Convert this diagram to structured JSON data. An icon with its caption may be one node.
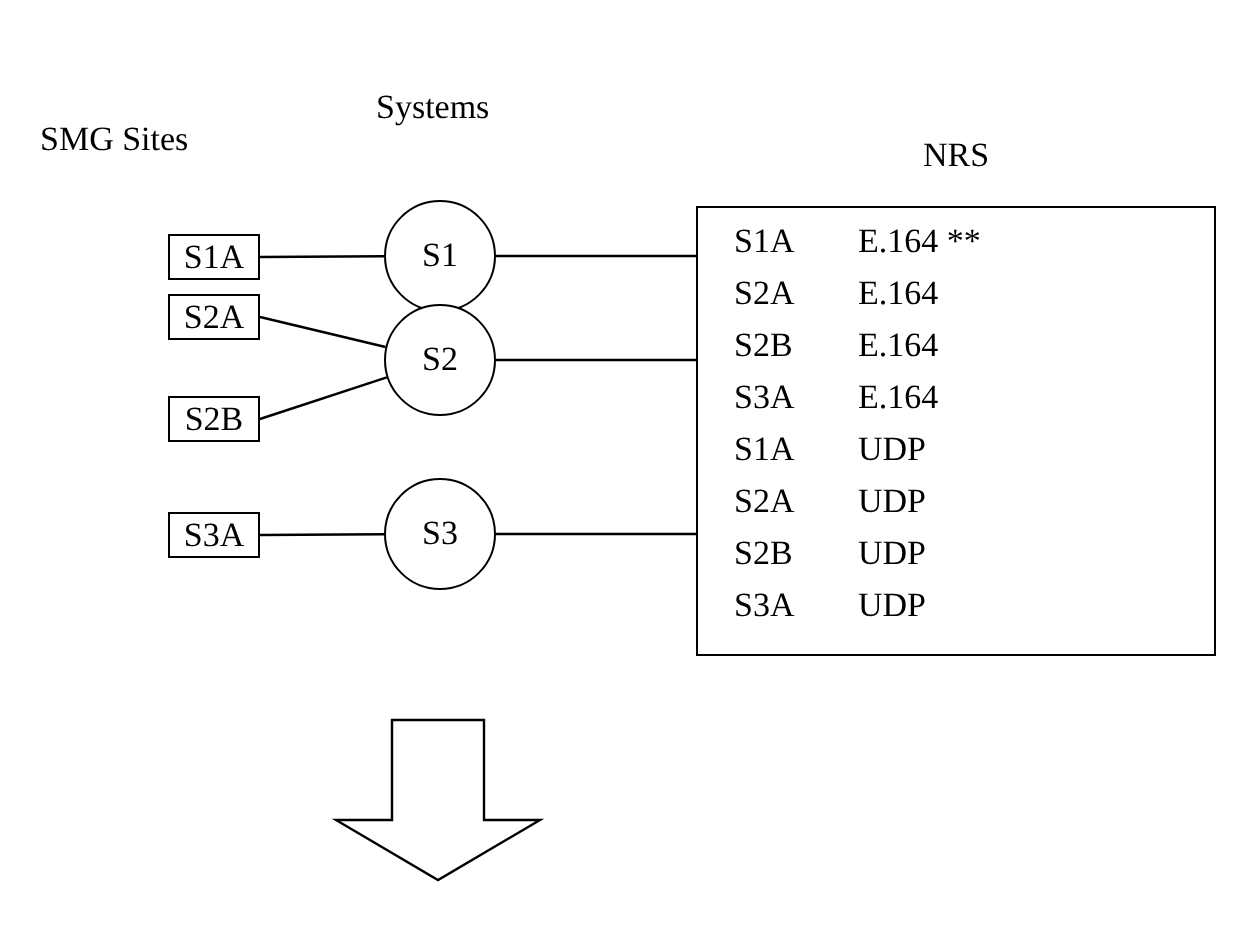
{
  "diagram": {
    "nodes": [
      {
        "text": [
          "S1A"
        ]
      },
      {
        "text": [
          "S2A"
        ]
      },
      {
        "text": [
          "S2B"
        ]
      },
      {
        "text": [
          "S3A"
        ]
      },
      {
        "text": [
          "S1"
        ]
      },
      {
        "text": [
          "S2"
        ]
      },
      {
        "text": [
          "S3"
        ]
      },
      {
        "text": [
          "NRS",
          "S1A",
          "E.164 **",
          "S2A",
          "E.164",
          "S2B",
          "E.164",
          "S3A",
          "E.164",
          "S1A",
          "UDP",
          "S2A",
          "UDP",
          "S2B",
          "UDP",
          "S3A",
          "UDP"
        ]
      }
    ],
    "edges": [
      {
        "from": 0,
        "to": 4,
        "arrow": "none"
      },
      {
        "from": 1,
        "to": 5,
        "arrow": "none"
      },
      {
        "from": 2,
        "to": 5,
        "arrow": "none"
      },
      {
        "from": 3,
        "to": 6,
        "arrow": "none"
      },
      {
        "from": 4,
        "to": 7,
        "arrow": "none"
      },
      {
        "from": 5,
        "to": 7,
        "arrow": "none"
      },
      {
        "from": 6,
        "to": 7,
        "arrow": "none"
      }
    ],
    "labels": [
      "SMG Sites",
      "Systems"
    ]
  }
}
